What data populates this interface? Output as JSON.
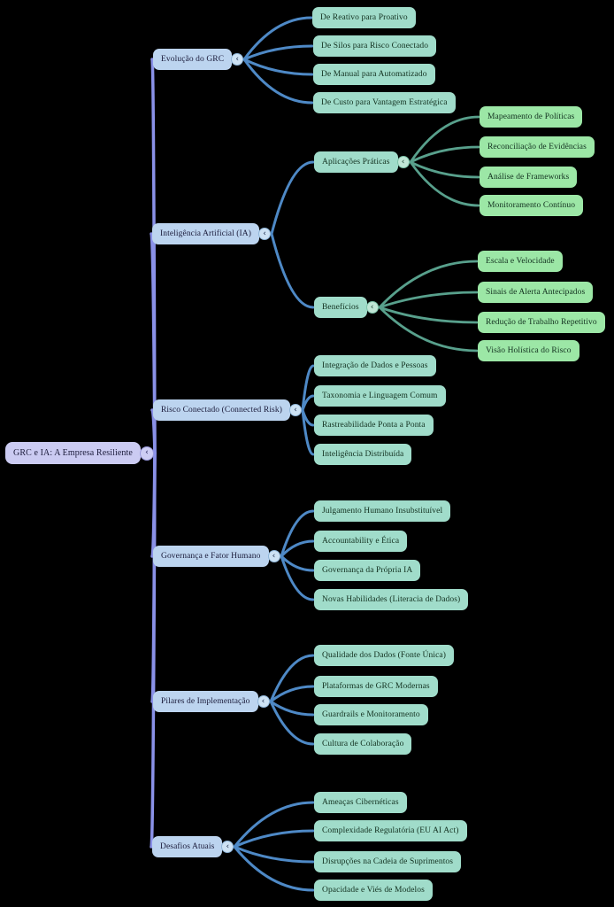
{
  "mindmap": {
    "collapse_icon": "‹",
    "root": {
      "label": "GRC e IA: A Empresa Resiliente"
    },
    "branches": [
      {
        "label": "Evolução do GRC",
        "children": [
          {
            "label": "De Reativo para Proativo"
          },
          {
            "label": "De Silos para Risco Conectado"
          },
          {
            "label": "De Manual para Automatizado"
          },
          {
            "label": "De Custo para Vantagem Estratégica"
          }
        ]
      },
      {
        "label": "Inteligência Artificial (IA)",
        "children": [
          {
            "label": "Aplicações Práticas",
            "children": [
              {
                "label": "Mapeamento de Políticas"
              },
              {
                "label": "Reconciliação de Evidências"
              },
              {
                "label": "Análise de Frameworks"
              },
              {
                "label": "Monitoramento Contínuo"
              }
            ]
          },
          {
            "label": "Benefícios",
            "children": [
              {
                "label": "Escala e Velocidade"
              },
              {
                "label": "Sinais de Alerta Antecipados"
              },
              {
                "label": "Redução de Trabalho Repetitivo"
              },
              {
                "label": "Visão Holística do Risco"
              }
            ]
          }
        ]
      },
      {
        "label": "Risco Conectado (Connected Risk)",
        "children": [
          {
            "label": "Integração de Dados e Pessoas"
          },
          {
            "label": "Taxonomia e Linguagem Comum"
          },
          {
            "label": "Rastreabilidade Ponta a Ponta"
          },
          {
            "label": "Inteligência Distribuída"
          }
        ]
      },
      {
        "label": "Governança e Fator Humano",
        "children": [
          {
            "label": "Julgamento Humano Insubstituível"
          },
          {
            "label": "Accountability e Ética"
          },
          {
            "label": "Governança da Própria IA"
          },
          {
            "label": "Novas Habilidades (Literacia de Dados)"
          }
        ]
      },
      {
        "label": "Pilares de Implementação",
        "children": [
          {
            "label": "Qualidade dos Dados (Fonte Única)"
          },
          {
            "label": "Plataformas de GRC Modernas"
          },
          {
            "label": "Guardrails e Monitoramento"
          },
          {
            "label": "Cultura de Colaboração"
          }
        ]
      },
      {
        "label": "Desafios Atuais",
        "children": [
          {
            "label": "Ameaças Cibernéticas"
          },
          {
            "label": "Complexidade Regulatória (EU AI Act)"
          },
          {
            "label": "Disrupções na Cadeia de Suprimentos"
          },
          {
            "label": "Opacidade e Viés de Modelos"
          }
        ]
      }
    ],
    "colors": {
      "background": "#000000",
      "root_fill": "#cbcbf2",
      "branch_fill": "#bcd4ef",
      "child_fill": "#a0dcca",
      "leaf_fill": "#9ce7a6",
      "root_edge": "#8a91e8",
      "branch_edge": "#4e89c6",
      "leaf_edge": "#58a08c",
      "root_dot": "#cdcdf4",
      "branch_dot": "#cde2f4",
      "child_dot": "#c0e6d6",
      "text_blue_nodes": "#1b1b3a",
      "text_green_nodes": "#12301f"
    }
  }
}
